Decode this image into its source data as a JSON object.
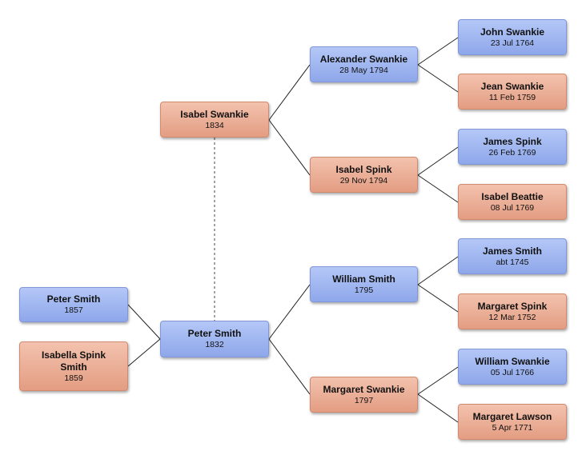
{
  "people": {
    "peter_smith_1857": {
      "name": "Peter Smith",
      "date": "1857"
    },
    "isabella_spink_smith": {
      "name": "Isabella Spink Smith",
      "date": "1859"
    },
    "peter_smith_1832": {
      "name": "Peter Smith",
      "date": "1832"
    },
    "isabel_swankie": {
      "name": "Isabel Swankie",
      "date": "1834"
    },
    "alexander_swankie": {
      "name": "Alexander Swankie",
      "date": "28 May 1794"
    },
    "isabel_spink": {
      "name": "Isabel Spink",
      "date": "29 Nov 1794"
    },
    "william_smith": {
      "name": "William Smith",
      "date": "1795"
    },
    "margaret_swankie": {
      "name": "Margaret Swankie",
      "date": "1797"
    },
    "john_swankie": {
      "name": "John Swankie",
      "date": "23 Jul 1764"
    },
    "jean_swankie": {
      "name": "Jean Swankie",
      "date": "11 Feb 1759"
    },
    "james_spink": {
      "name": "James Spink",
      "date": "26 Feb 1769"
    },
    "isabel_beattie": {
      "name": "Isabel Beattie",
      "date": "08 Jul 1769"
    },
    "james_smith": {
      "name": "James Smith",
      "date": "abt 1745"
    },
    "margaret_spink": {
      "name": "Margaret Spink",
      "date": "12 Mar 1752"
    },
    "william_swankie": {
      "name": "William Swankie",
      "date": "05 Jul 1766"
    },
    "margaret_lawson": {
      "name": "Margaret Lawson",
      "date": "5 Apr 1771"
    }
  },
  "colors": {
    "male": "#9fb5f2",
    "female": "#eab09a",
    "line": "#222222"
  }
}
